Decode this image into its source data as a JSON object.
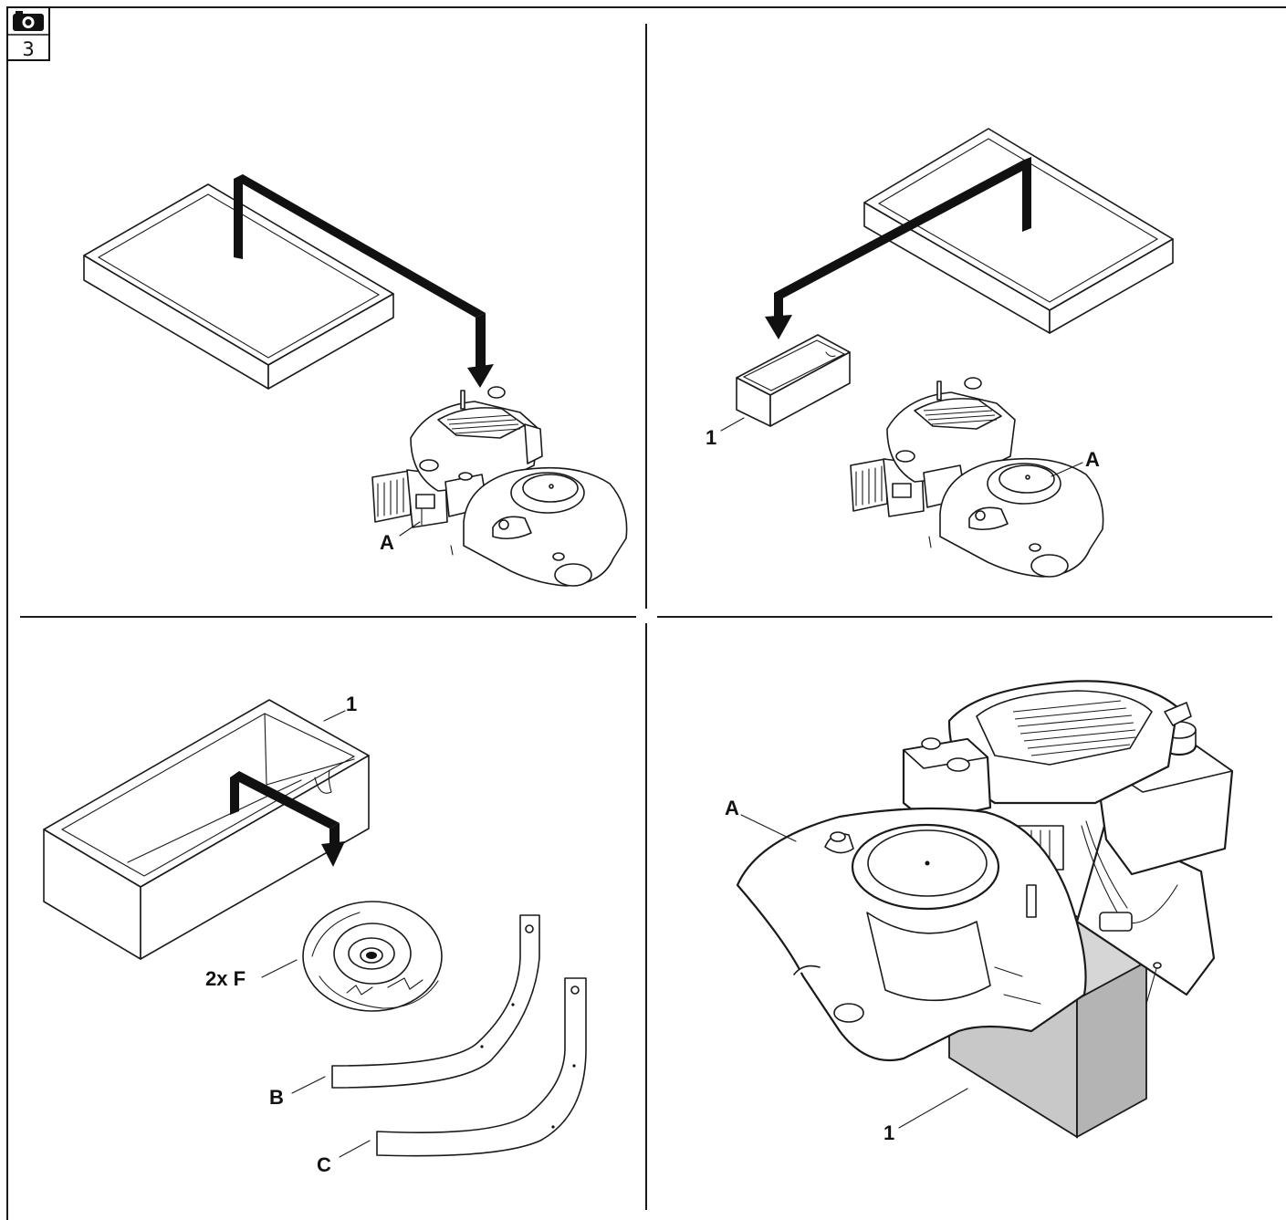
{
  "step_badge": {
    "icon": "camera-icon",
    "number": "3"
  },
  "panels": {
    "top_left": {
      "labels": {
        "a": "A"
      }
    },
    "top_right": {
      "labels": {
        "one": "1",
        "a": "A"
      }
    },
    "bottom_left": {
      "labels": {
        "one": "1",
        "f": "2x F",
        "b": "B",
        "c": "C"
      }
    },
    "bottom_right": {
      "labels": {
        "a": "A",
        "one": "1"
      }
    }
  }
}
